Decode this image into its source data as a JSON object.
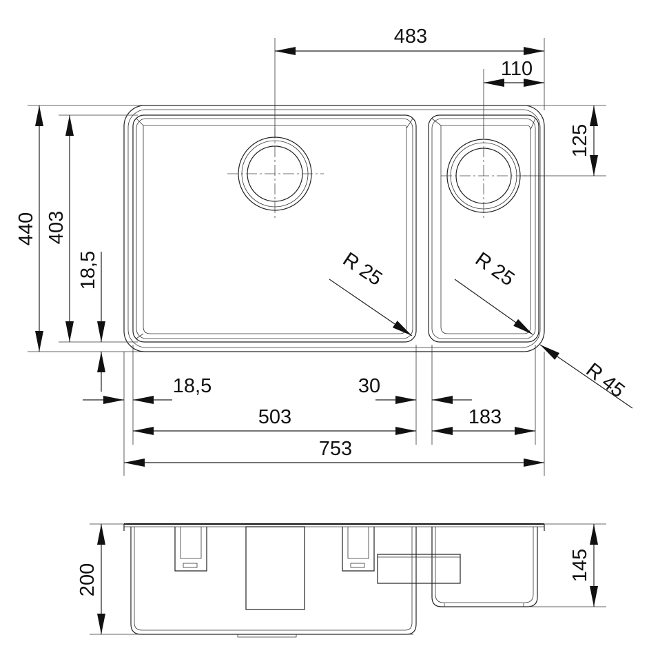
{
  "dimensions": {
    "d483": "483",
    "d110": "110",
    "d125": "125",
    "d440": "440",
    "d403": "403",
    "d18_5_vertical": "18,5",
    "r25_main": "R 25",
    "r25_small": "R 25",
    "r45": "R 45",
    "d18_5_horizontal": "18,5",
    "d30": "30",
    "d503": "503",
    "d183": "183",
    "d753": "753",
    "d200": "200",
    "d145": "145"
  },
  "colors": {
    "line": "#222222",
    "background": "#ffffff"
  }
}
